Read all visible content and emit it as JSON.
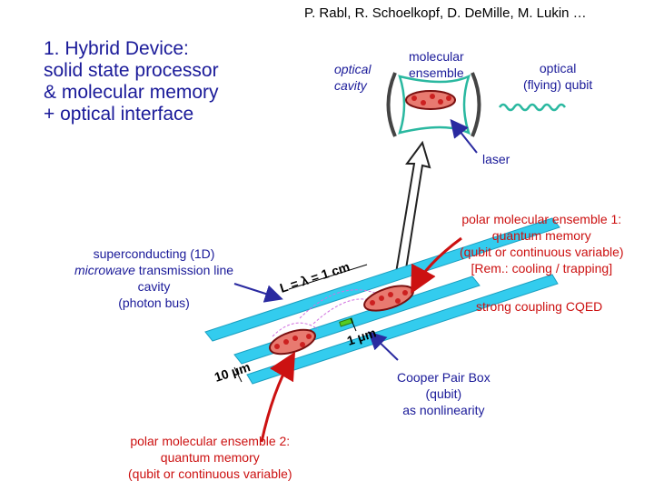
{
  "header": {
    "authors": "P. Rabl, R. Schoelkopf, D. DeMille, M. Lukin …"
  },
  "title": {
    "lines": [
      "1. Hybrid Device:",
      "solid state processor",
      "& molecular memory",
      "+ optical interface"
    ]
  },
  "labels": {
    "optical_cavity": [
      "optical",
      "cavity"
    ],
    "molecular_ensemble": [
      "molecular",
      "ensemble"
    ],
    "optical_qubit": [
      "optical",
      "(flying) qubit"
    ],
    "laser": "laser",
    "polar_ensemble_1": [
      "polar molecular ensemble 1:",
      "quantum memory",
      "(qubit or continuous variable)",
      "[Rem.: cooling / trapping]"
    ],
    "strong_coupling": "strong coupling CQED",
    "transmission_line": {
      "line1": "superconducting (1D)",
      "line2_italic": "microwave",
      "line2_rest": " transmission line",
      "line3": "cavity",
      "line4": "(photon bus)"
    },
    "cooper_pair_box": [
      "Cooper Pair Box",
      "(qubit)",
      "as nonlinearity"
    ],
    "polar_ensemble_2": [
      "polar molecular ensemble 2:",
      "quantum memory",
      "(qubit or continuous variable)"
    ],
    "dim_length": "L = λ = 1 cm",
    "dim_gap": "1 μm",
    "dim_width": "10 μm"
  },
  "colors": {
    "text_blue": "#1a1a99",
    "arrow_red": "#cc1111",
    "strip_cyan": "#33ccee",
    "cavity_teal": "#2ab8a0",
    "ensemble_fill": "#e87a70"
  }
}
